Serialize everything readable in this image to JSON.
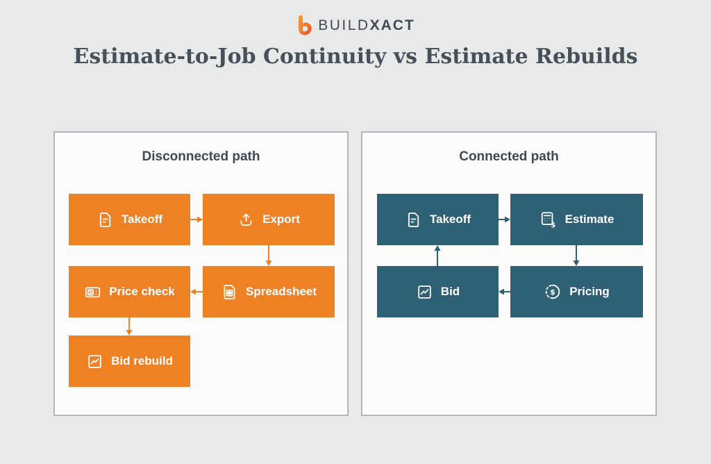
{
  "logo": {
    "brand_prefix": "BUILD",
    "brand_suffix": "XACT",
    "icon": "buildxact-b-icon",
    "accent_color": "#f28030",
    "text_color": "#414a55"
  },
  "title": "Estimate-to-Job Continuity vs Estimate Rebuilds",
  "colors": {
    "page_background": "#e8eae9",
    "panel_background": "#fafbfa",
    "panel_border": "#b2b6bb",
    "disconnected_accent": "#ef8125",
    "connected_accent": "#2e6176",
    "heading_text": "#475059",
    "node_text": "#ffffff"
  },
  "panels": [
    {
      "title": "Disconnected path",
      "accent": "#ef8125",
      "nodes": [
        {
          "label": "Takeoff",
          "icon": "document-icon"
        },
        {
          "label": "Export",
          "icon": "upload-icon"
        },
        {
          "label": "Price check",
          "icon": "price-tag-icon"
        },
        {
          "label": "Spreadsheet",
          "icon": "spreadsheet-grid-icon"
        },
        {
          "label": "Bid rebuild",
          "icon": "chart-icon"
        }
      ],
      "edges": [
        {
          "from": "Takeoff",
          "to": "Export",
          "direction": "right"
        },
        {
          "from": "Export",
          "to": "Spreadsheet",
          "direction": "down"
        },
        {
          "from": "Spreadsheet",
          "to": "Price check",
          "direction": "left"
        },
        {
          "from": "Price check",
          "to": "Bid rebuild",
          "direction": "down"
        }
      ]
    },
    {
      "title": "Connected path",
      "accent": "#2e6176",
      "nodes": [
        {
          "label": "Takeoff",
          "icon": "document-icon"
        },
        {
          "label": "Estimate",
          "icon": "calculator-dollar-icon"
        },
        {
          "label": "Bid",
          "icon": "chart-icon"
        },
        {
          "label": "Pricing",
          "icon": "dollar-circle-icon"
        }
      ],
      "edges": [
        {
          "from": "Takeoff",
          "to": "Estimate",
          "direction": "right"
        },
        {
          "from": "Estimate",
          "to": "Pricing",
          "direction": "down"
        },
        {
          "from": "Pricing",
          "to": "Bid",
          "direction": "left"
        },
        {
          "from": "Bid",
          "to": "Takeoff",
          "direction": "up"
        }
      ]
    }
  ]
}
